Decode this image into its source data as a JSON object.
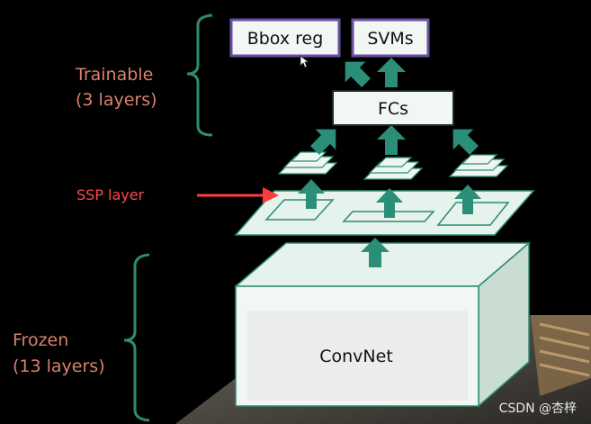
{
  "labels": {
    "trainable_line1": "Trainable",
    "trainable_line2": "(3 layers)",
    "ssp": "SSP layer",
    "frozen_line1": "Frozen",
    "frozen_line2": "(13 layers)"
  },
  "boxes": {
    "bbox_reg": "Bbox reg",
    "svms": "SVMs",
    "fcs": "FCs",
    "convnet": "ConvNet"
  },
  "watermark": "CSDN @杏梓",
  "colors": {
    "background": "#000000",
    "bracket": "#2e8b72",
    "arrow": "#2a8e78",
    "label_orange": "#d9826b",
    "label_red": "#ff4a4a",
    "box_border_purple": "#6a4fa0",
    "box_fill": "#f2f7f4"
  },
  "icons": [
    "mouse-cursor-icon",
    "red-arrow-icon",
    "green-arrow-icon"
  ]
}
